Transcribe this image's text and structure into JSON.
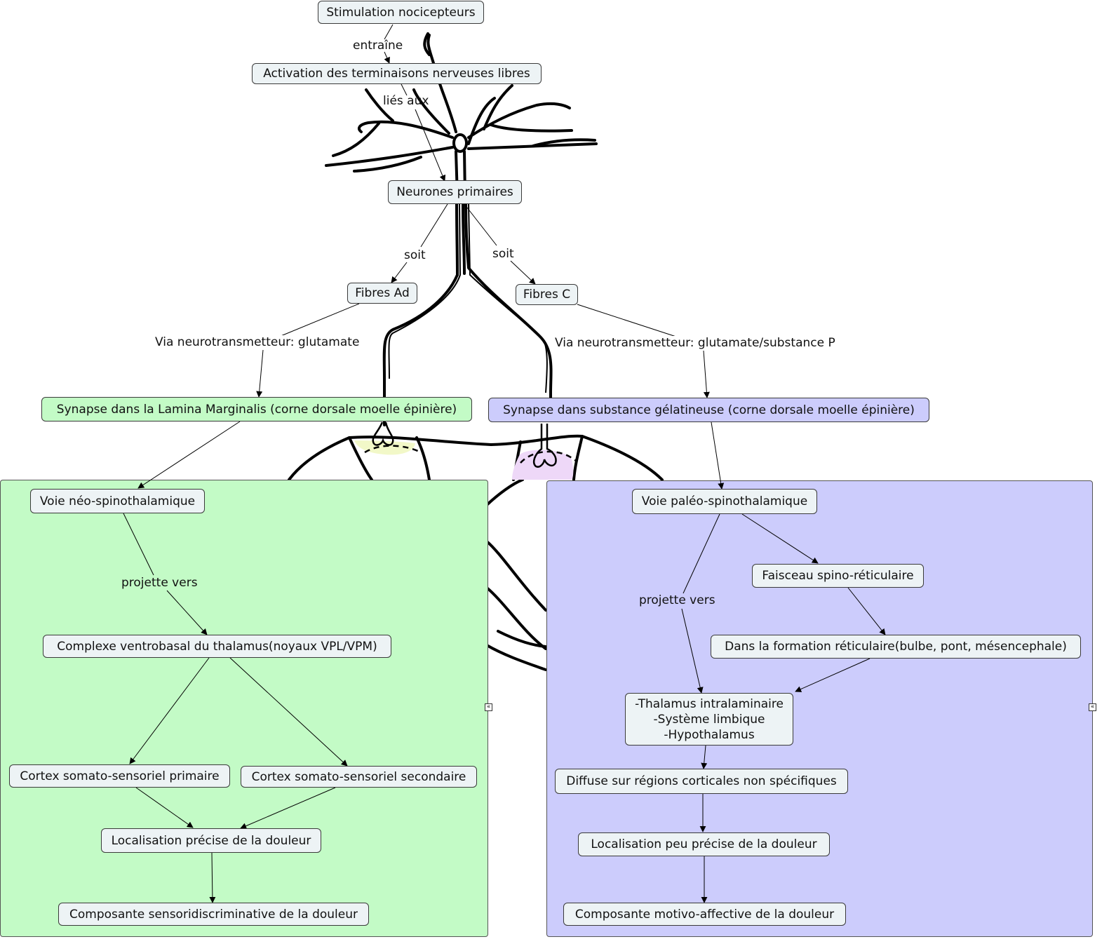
{
  "nodes": {
    "stimulation": "Stimulation nocicepteurs",
    "activation": "Activation des terminaisons nerveuses libres",
    "neurones": "Neurones primaires",
    "fibres_ad": "Fibres Ad",
    "fibres_c": "Fibres C",
    "synapse_lamina": "Synapse dans la Lamina Marginalis (corne dorsale moelle épinière)",
    "synapse_gelatineuse": "Synapse dans substance gélatineuse (corne dorsale moelle épinière)",
    "voie_neo": "Voie néo-spinothalamique",
    "complexe": "Complexe ventrobasal du thalamus(noyaux VPL/VPM)",
    "cortex_primaire": "Cortex somato-sensoriel primaire",
    "cortex_secondaire": "Cortex somato-sensoriel secondaire",
    "localisation_precise": "Localisation précise de la douleur",
    "composante_sensori": "Composante sensoridiscriminative de la douleur",
    "voie_paleo": "Voie paléo-spinothalamique",
    "faisceau": "Faisceau spino-réticulaire",
    "formation": "Dans la formation réticulaire(bulbe, pont, mésencephale)",
    "thalamus_intra": "-Thalamus intralaminaire\n-Système limbique\n-Hypothalamus",
    "diffuse": "Diffuse sur régions corticales non spécifiques",
    "localisation_peu": "Localisation peu précise de la douleur",
    "composante_motivo": "Composante motivo-affective de la douleur"
  },
  "links": {
    "entraine": "entraîne",
    "lies_aux": "liés aux",
    "soit_left": "soit",
    "soit_right": "soit",
    "via_glutamate": "Via neurotransmetteur: glutamate",
    "via_glutamate_p": "Via neurotransmetteur: glutamate/substance P",
    "projette_neo": "projette vers",
    "projette_paleo": "projette vers"
  },
  "collapse_glyph": "«",
  "colors": {
    "neo_panel": "#c3fbc6",
    "paleo_panel": "#ccccfc",
    "node_fill": "#edf3f5"
  }
}
